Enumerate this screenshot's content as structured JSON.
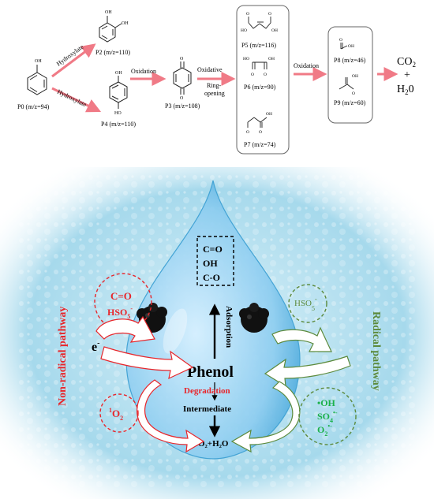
{
  "pathway": {
    "P0": "P0 (m/z=94)",
    "P2": "P2 (m/z=110)",
    "P4": "P4 (m/z=110)",
    "P3": "P3 (m/z=108)",
    "P5": "P5 (m/z=116)",
    "P6": "P6 (m/z=90)",
    "P7": "P7 (m/z=74)",
    "P8": "P8 (m/z=46)",
    "P9": "P9 (m/z=60)",
    "hydroxylate_upper": "Hydroxylate",
    "hydroxylate_lower": "Hydroxylate",
    "oxidation_1": "Oxidation",
    "oxidative": "Oxidative",
    "ring": "Ring-",
    "opening": "opening",
    "oxidation_2": "Oxidation",
    "co2_main": "CO",
    "co2_sub": "2",
    "plus": "+",
    "h2o_main": "H",
    "h2o_sub": "2",
    "h2o_end": "0"
  },
  "atoms": {
    "oh": "OH",
    "ho": "HO",
    "o": "O"
  },
  "mechanism": {
    "groups": [
      "C=O",
      "OH",
      "C-O"
    ],
    "adsorption": "Adsorption",
    "phenol": "Phenol",
    "degradation": "Degradation",
    "intermediate": "Intermediate",
    "products": "CO₂+H₂O",
    "nonradical_label": "Non-radical pathway",
    "radical_label": "Radical pathway",
    "left_bubble_1": "C=O",
    "left_bubble_2": "HSO",
    "left_bubble_2_sub": "5",
    "left_bubble_2_sup": "-",
    "electron": "e",
    "electron_sup": "-",
    "singlet_sup": "1",
    "singlet_main": "O",
    "singlet_sub": "2",
    "right_bubble_top": "HSO",
    "right_bubble_top_sub": "5",
    "right_bubble_top_sup": "-",
    "radical_oh": "•OH",
    "radical_so4": "SO",
    "radical_so4_sub": "4",
    "radical_so4_sup": "•-",
    "radical_o2": "O",
    "radical_o2_sub": "2",
    "radical_o2_sup": "•-"
  },
  "colors": {
    "pathway_arrow": "#f07a86",
    "red": "#e8262b",
    "green": "#5c8a3c",
    "radical_text": "#1bb14a",
    "water": "#9fd6ea",
    "drop": "#5ab6e3"
  }
}
